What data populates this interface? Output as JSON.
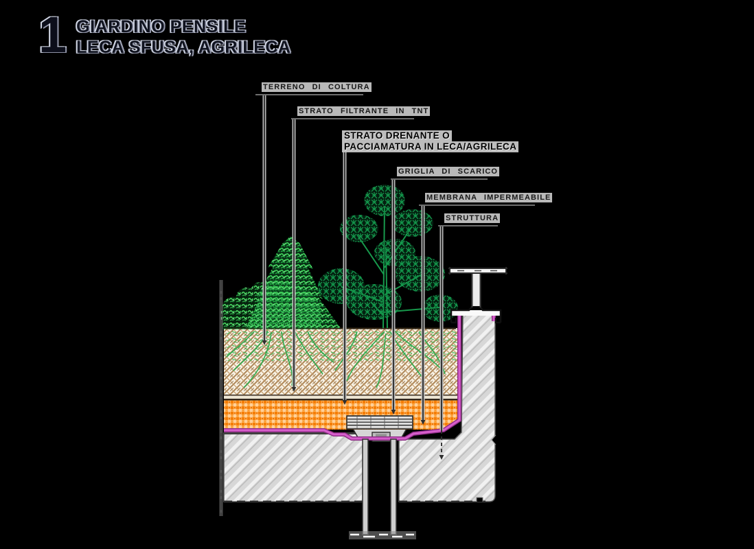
{
  "title": {
    "number": "1",
    "line1": "GIARDINO PENSILE",
    "line2": "LECA SFUSA, AGRILECA"
  },
  "labels": [
    {
      "id": "terreno",
      "text": "TERRENO DI COLTURA"
    },
    {
      "id": "filtrante",
      "text": "STRATO FILTRANTE IN TNT"
    },
    {
      "id": "drenante",
      "line1": "STRATO DRENANTE O",
      "line2": "PACCIAMATURA IN LECA/AGRILECA",
      "emphasis": true
    },
    {
      "id": "griglia",
      "text": "GRIGLIA DI SCARICO"
    },
    {
      "id": "membrana",
      "text": "MEMBRANA IMPERMEABILE"
    },
    {
      "id": "struttura",
      "text": "STRUTTURA"
    }
  ],
  "stratigraphy_top_to_bottom": [
    "TERRENO DI COLTURA",
    "STRATO FILTRANTE IN TNT",
    "STRATO DRENANTE O PACCIAMATURA IN LECA/AGRILECA",
    "MEMBRANA IMPERMEABILE",
    "STRUTTURA"
  ],
  "colors": {
    "background": "#000000",
    "soil_hatch_brown": "#ad8657",
    "drainage_orange": "#f78b1f",
    "membrane_magenta": "#d45cc6",
    "plant_green_light": "#3ecf58",
    "pine_green_dark": "#18a352",
    "concrete_gray": "#d8d8d8",
    "label_text": "#171717",
    "label_highlight": "#c9c9c9",
    "title_text": "#10131f"
  }
}
